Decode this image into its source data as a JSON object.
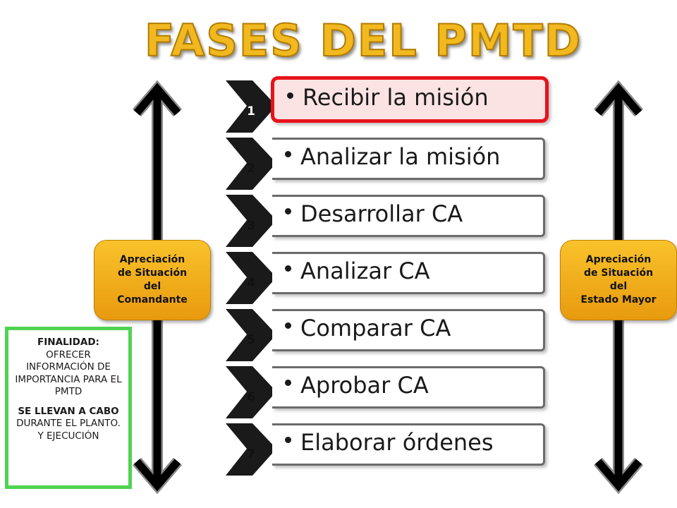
{
  "title": "FASES DEL PMTD",
  "phases": [
    {
      "num": "1",
      "label": "Recibir la misión",
      "highlighted": true
    },
    {
      "num": "2",
      "label": "Analizar la misión",
      "highlighted": false
    },
    {
      "num": "3",
      "label": "Desarrollar CA",
      "highlighted": false
    },
    {
      "num": "4",
      "label": "Analizar CA",
      "highlighted": false
    },
    {
      "num": "5",
      "label": "Comparar CA",
      "highlighted": false
    },
    {
      "num": "6",
      "label": "Aprobar CA",
      "highlighted": false
    },
    {
      "num": "7",
      "label": "Elaborar órdenes",
      "highlighted": false
    }
  ],
  "left_label": {
    "lines": [
      "Apreciación",
      "de Situación",
      "del",
      "Comandante"
    ]
  },
  "right_label": {
    "lines": [
      "Apreciación",
      "de Situación",
      "del",
      "Estado Mayor"
    ]
  },
  "note": {
    "heading": "FINALIDAD:",
    "body": "OFRECER INFORMACIÓN DE IMPORTANCIA PARA EL PMTD",
    "bold_part": "SE LLEVAN A CABO",
    "rest": " DURANTE EL PLANTO. Y EJECUCIÓN"
  },
  "colors": {
    "title": "#f2b81f",
    "highlight_border": "#e8121a",
    "highlight_fill": "#fbe3e3",
    "side_label": "#f4ad18",
    "note_border": "#4fd34f"
  }
}
